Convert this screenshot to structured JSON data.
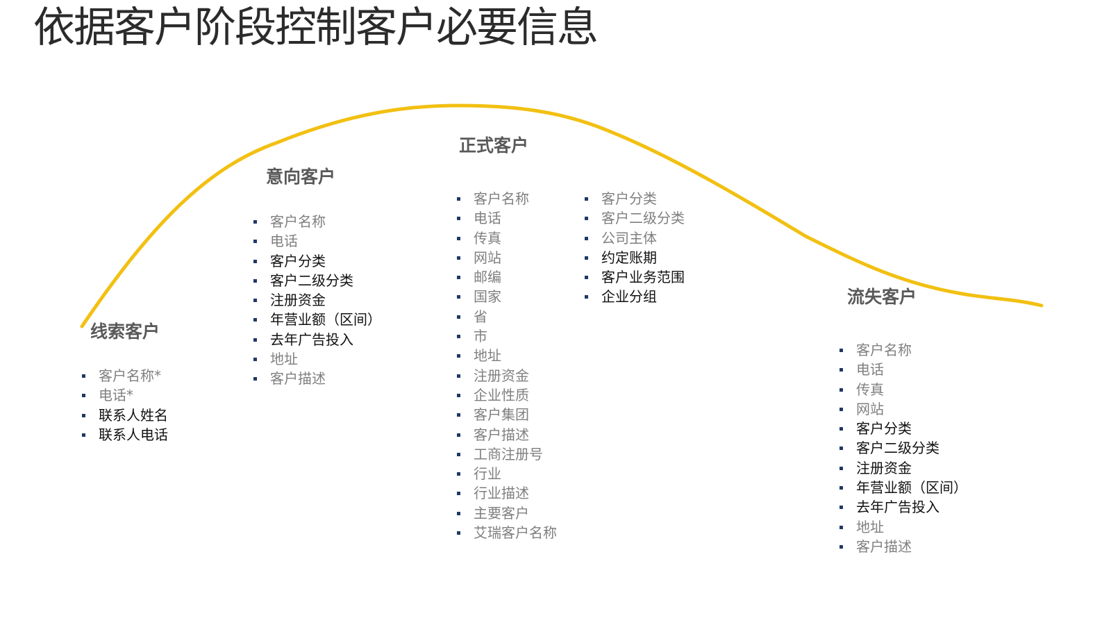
{
  "title": "依据客户阶段控制客户必要信息",
  "colors": {
    "curve": "#f2c012",
    "bullet": "#1f3864",
    "stage_title": "#595959",
    "text_gray": "#7f7f7f",
    "text_black": "#111111"
  },
  "stages": {
    "lead": {
      "title": "线索客户",
      "items": [
        {
          "text": "客户名称*",
          "tone": "gray"
        },
        {
          "text": "电话*",
          "tone": "gray"
        },
        {
          "text": "联系人姓名",
          "tone": "black"
        },
        {
          "text": "联系人电话",
          "tone": "black"
        }
      ]
    },
    "intent": {
      "title": "意向客户",
      "items": [
        {
          "text": "客户名称",
          "tone": "gray"
        },
        {
          "text": "电话",
          "tone": "gray"
        },
        {
          "text": "客户分类",
          "tone": "black"
        },
        {
          "text": "客户二级分类",
          "tone": "black"
        },
        {
          "text": "注册资金",
          "tone": "black"
        },
        {
          "text": "年营业额（区间）",
          "tone": "black"
        },
        {
          "text": "去年广告投入",
          "tone": "black"
        },
        {
          "text": "地址",
          "tone": "gray"
        },
        {
          "text": "客户描述",
          "tone": "gray"
        }
      ]
    },
    "formal": {
      "title": "正式客户",
      "items_left": [
        {
          "text": "客户名称",
          "tone": "gray"
        },
        {
          "text": "电话",
          "tone": "gray"
        },
        {
          "text": "传真",
          "tone": "gray"
        },
        {
          "text": "网站",
          "tone": "gray"
        },
        {
          "text": "邮编",
          "tone": "gray"
        },
        {
          "text": "国家",
          "tone": "gray"
        },
        {
          "text": "省",
          "tone": "gray"
        },
        {
          "text": "市",
          "tone": "gray"
        },
        {
          "text": "地址",
          "tone": "gray"
        },
        {
          "text": "注册资金",
          "tone": "gray"
        },
        {
          "text": "企业性质",
          "tone": "gray"
        },
        {
          "text": "客户集团",
          "tone": "gray"
        },
        {
          "text": "客户描述",
          "tone": "gray"
        },
        {
          "text": "工商注册号",
          "tone": "gray"
        },
        {
          "text": "行业",
          "tone": "gray"
        },
        {
          "text": "行业描述",
          "tone": "gray"
        },
        {
          "text": "主要客户",
          "tone": "gray"
        },
        {
          "text": "艾瑞客户名称",
          "tone": "gray"
        }
      ],
      "items_right": [
        {
          "text": "客户分类",
          "tone": "gray"
        },
        {
          "text": "客户二级分类",
          "tone": "gray"
        },
        {
          "text": "公司主体",
          "tone": "gray"
        },
        {
          "text": "约定账期",
          "tone": "black"
        },
        {
          "text": "客户业务范围",
          "tone": "black"
        },
        {
          "text": "企业分组",
          "tone": "black"
        }
      ]
    },
    "lost": {
      "title": "流失客户",
      "items": [
        {
          "text": "客户名称",
          "tone": "gray"
        },
        {
          "text": "电话",
          "tone": "gray"
        },
        {
          "text": "传真",
          "tone": "gray"
        },
        {
          "text": "网站",
          "tone": "gray"
        },
        {
          "text": "客户分类",
          "tone": "black"
        },
        {
          "text": "客户二级分类",
          "tone": "black"
        },
        {
          "text": "注册资金",
          "tone": "black"
        },
        {
          "text": "年营业额（区间）",
          "tone": "black"
        },
        {
          "text": "去年广告投入",
          "tone": "black"
        },
        {
          "text": "地址",
          "tone": "gray"
        },
        {
          "text": "客户描述",
          "tone": "gray"
        }
      ]
    }
  }
}
